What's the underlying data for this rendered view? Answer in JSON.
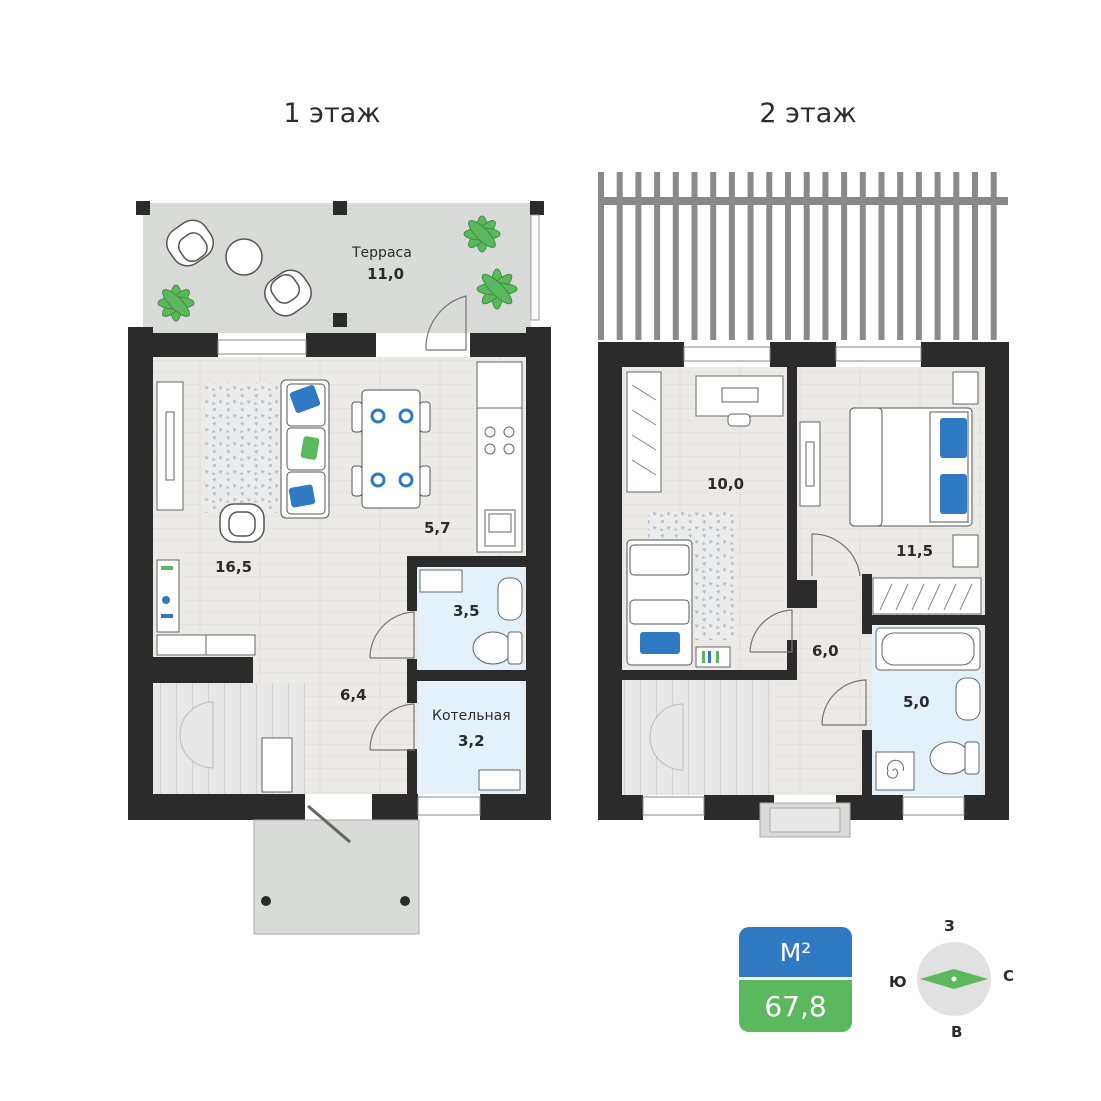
{
  "floors": [
    {
      "title": "1 этаж"
    },
    {
      "title": "2 этаж"
    }
  ],
  "rooms_floor1": {
    "terrace_name": "Терраса",
    "terrace_area": "11,0",
    "living_area": "16,5",
    "kitchen_area": "5,7",
    "bath_area": "3,5",
    "hall_area": "6,4",
    "boiler_name": "Котельная",
    "boiler_area": "3,2"
  },
  "rooms_floor2": {
    "bedroom1_area": "10,0",
    "bedroom2_area": "11,5",
    "hall_area": "6,0",
    "bath_area": "5,0"
  },
  "total": {
    "unit": "М²",
    "value": "67,8"
  },
  "compass": {
    "north": "З",
    "east": "С",
    "south": "В",
    "west": "Ю"
  },
  "colors": {
    "wall": "#2b2b2b",
    "floor": "#ece9e4",
    "terrace": "#d9dbd9",
    "bathroom": "#e3f1fb",
    "accent_blue": "#2f7ac3",
    "accent_green": "#5cb85c",
    "plant": "#5cb85c"
  }
}
